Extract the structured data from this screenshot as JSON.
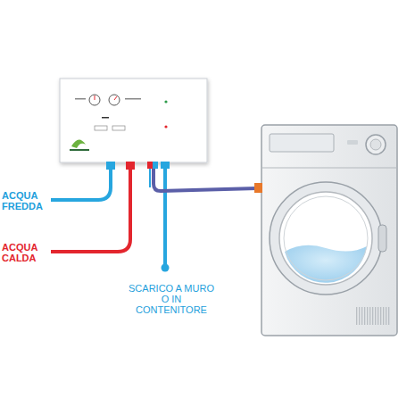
{
  "diagram": {
    "labels": [
      "ACQUA FREDDA",
      "ACQUA CALDA",
      "SCARICO A MURO O IN CONTENITORE"
    ]
  }
}
